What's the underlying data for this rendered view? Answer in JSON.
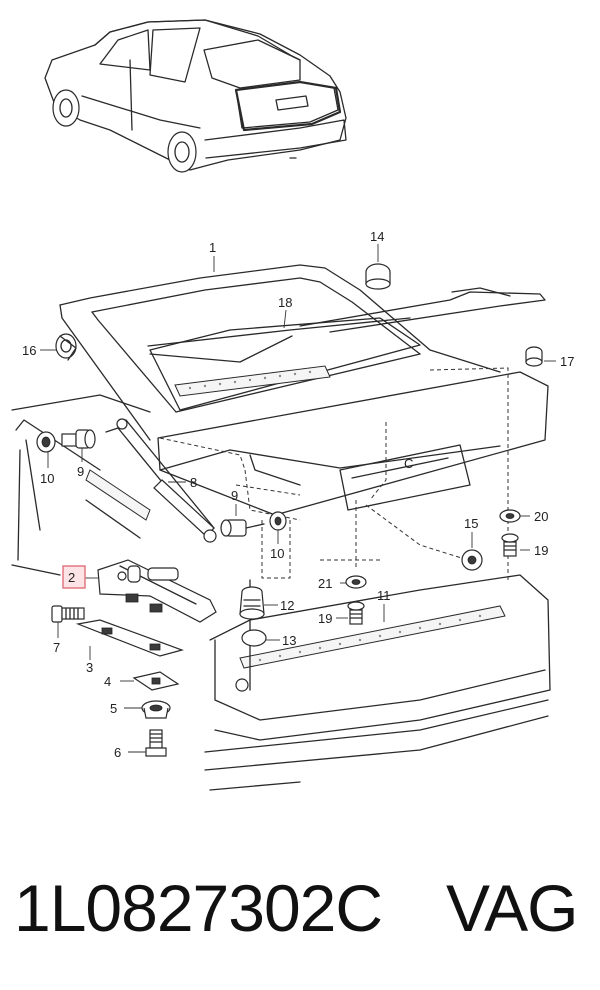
{
  "diagram": {
    "callouts": [
      {
        "id": "1",
        "label": "1"
      },
      {
        "id": "2",
        "label": "2"
      },
      {
        "id": "3",
        "label": "3"
      },
      {
        "id": "4",
        "label": "4"
      },
      {
        "id": "5",
        "label": "5"
      },
      {
        "id": "6",
        "label": "6"
      },
      {
        "id": "7",
        "label": "7"
      },
      {
        "id": "8",
        "label": "8"
      },
      {
        "id": "9a",
        "label": "9"
      },
      {
        "id": "9b",
        "label": "9"
      },
      {
        "id": "10a",
        "label": "10"
      },
      {
        "id": "10b",
        "label": "10"
      },
      {
        "id": "11",
        "label": "11"
      },
      {
        "id": "12",
        "label": "12"
      },
      {
        "id": "13",
        "label": "13"
      },
      {
        "id": "14",
        "label": "14"
      },
      {
        "id": "15",
        "label": "15"
      },
      {
        "id": "16",
        "label": "16"
      },
      {
        "id": "17",
        "label": "17"
      },
      {
        "id": "18",
        "label": "18"
      },
      {
        "id": "19a",
        "label": "19"
      },
      {
        "id": "19b",
        "label": "19"
      },
      {
        "id": "20",
        "label": "20"
      },
      {
        "id": "21",
        "label": "21"
      }
    ],
    "highlight": {
      "callout": "2",
      "color": "#e0707a",
      "fill": "#fbe3e6"
    },
    "line_color": "#2a2a2a"
  },
  "footer": {
    "part_number": "1L0827302C",
    "brand": "VAG"
  }
}
